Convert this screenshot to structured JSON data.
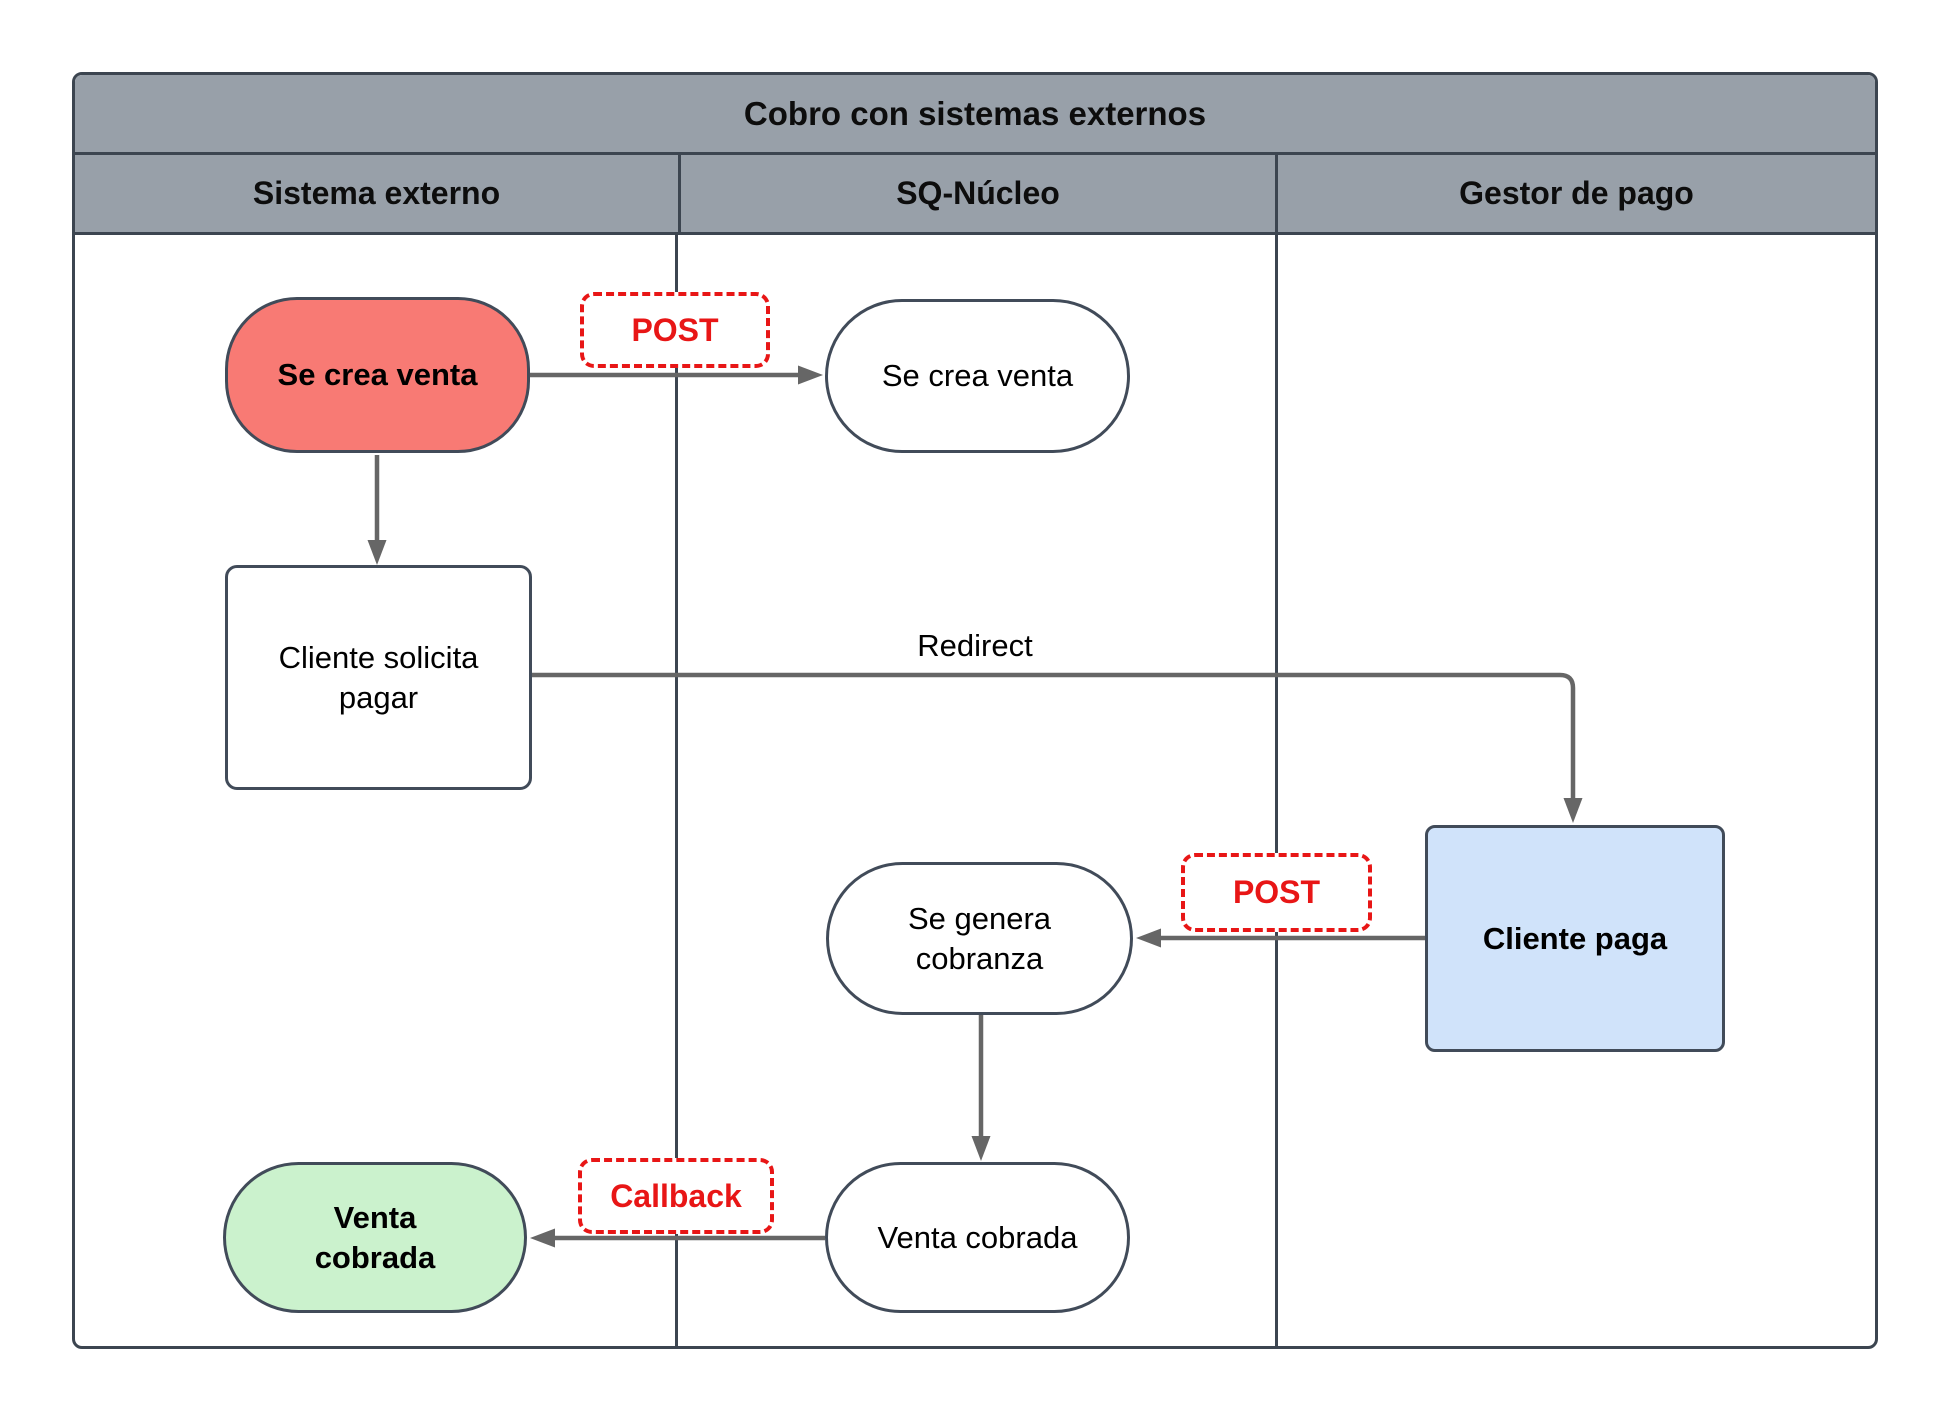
{
  "diagram": {
    "title": "Cobro con sistemas externos",
    "lanes": [
      {
        "label": "Sistema externo"
      },
      {
        "label": "SQ-Núcleo"
      },
      {
        "label": "Gestor de pago"
      }
    ],
    "nodes": {
      "sale_created_external": "Se crea venta",
      "sale_created_core": "Se crea venta",
      "client_requests_payment": "Cliente solicita pagar",
      "client_pays": "Cliente paga",
      "collection_generated": "Se genera cobranza",
      "sale_collected_core": "Venta cobrada",
      "sale_collected_external": "Venta cobrada"
    },
    "edge_labels": {
      "post_create": "POST",
      "redirect": "Redirect",
      "post_pay": "POST",
      "callback": "Callback"
    },
    "colors": {
      "header_gray": "#98a0a9",
      "frame_border_dark": "#3c4550",
      "node_border_dark": "#414b59",
      "arrow_gray": "#666666",
      "node_red_fill": "#f87a74",
      "node_blue_fill": "#d0e3fa",
      "node_green_fill": "#cbf2cd",
      "dashed_label_red": "#e81616"
    }
  }
}
